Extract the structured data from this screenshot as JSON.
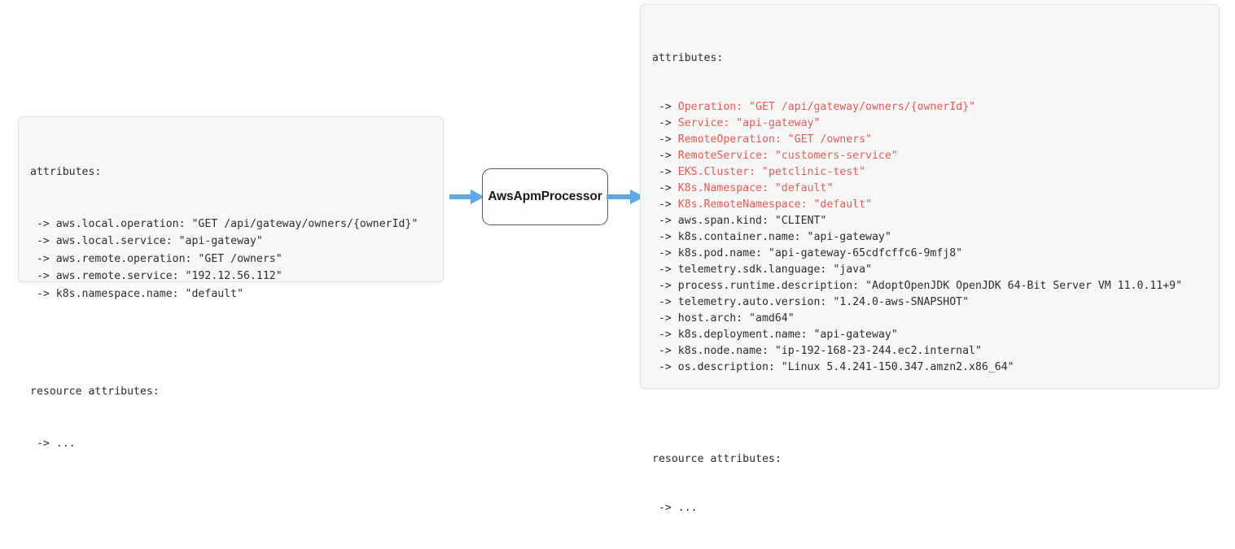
{
  "diagram": {
    "title": "AwsApmProcessor span attribute transformation",
    "accent_arrow_color": "#5fa8e8",
    "highlight_color": "#ea5b53",
    "text_color": "#2d2d2d",
    "panel_background": "#f7f7f7",
    "panel_border": "#e2e2e2"
  },
  "processor": {
    "label": "AwsApmProcessor"
  },
  "arrows": {
    "incoming_name": "arrow-into-processor",
    "outgoing_name": "arrow-out-of-processor"
  },
  "input_panel": {
    "name": "input-attributes-panel",
    "header": "attributes:",
    "lines": [
      {
        "marker": " -> ",
        "text": "aws.local.operation: \"GET /api/gateway/owners/{ownerId}\"",
        "highlight": false
      },
      {
        "marker": " -> ",
        "text": "aws.local.service: \"api-gateway\"",
        "highlight": false
      },
      {
        "marker": " -> ",
        "text": "aws.remote.operation: \"GET /owners\"",
        "highlight": false
      },
      {
        "marker": " -> ",
        "text": "aws.remote.service: \"192.12.56.112\"",
        "highlight": false
      },
      {
        "marker": " -> ",
        "text": "k8s.namespace.name: \"default\"",
        "highlight": false
      }
    ],
    "resource_header": "resource attributes:",
    "resource_lines": [
      {
        "marker": " -> ",
        "text": "...",
        "highlight": false
      }
    ]
  },
  "output_panel": {
    "name": "output-attributes-panel",
    "header": "attributes:",
    "lines": [
      {
        "marker": " -> ",
        "text": "Operation: \"GET /api/gateway/owners/{ownerId}\"",
        "highlight": true
      },
      {
        "marker": " -> ",
        "text": "Service: \"api-gateway\"",
        "highlight": true
      },
      {
        "marker": " -> ",
        "text": "RemoteOperation: \"GET /owners\"",
        "highlight": true
      },
      {
        "marker": " -> ",
        "text": "RemoteService: \"customers-service\"",
        "highlight": true
      },
      {
        "marker": " -> ",
        "text": "EKS.Cluster: \"petclinic-test\"",
        "highlight": true
      },
      {
        "marker": " -> ",
        "text": "K8s.Namespace: \"default\"",
        "highlight": true
      },
      {
        "marker": " -> ",
        "text": "K8s.RemoteNamespace: \"default\"",
        "highlight": true
      },
      {
        "marker": " -> ",
        "text": "aws.span.kind: \"CLIENT\"",
        "highlight": false
      },
      {
        "marker": " -> ",
        "text": "k8s.container.name: \"api-gateway\"",
        "highlight": false
      },
      {
        "marker": " -> ",
        "text": "k8s.pod.name: \"api-gateway-65cdfcffc6-9mfj8\"",
        "highlight": false
      },
      {
        "marker": " -> ",
        "text": "telemetry.sdk.language: \"java\"",
        "highlight": false
      },
      {
        "marker": " -> ",
        "text": "process.runtime.description: \"AdoptOpenJDK OpenJDK 64-Bit Server VM 11.0.11+9\"",
        "highlight": false
      },
      {
        "marker": " -> ",
        "text": "telemetry.auto.version: \"1.24.0-aws-SNAPSHOT\"",
        "highlight": false
      },
      {
        "marker": " -> ",
        "text": "host.arch: \"amd64\"",
        "highlight": false
      },
      {
        "marker": " -> ",
        "text": "k8s.deployment.name: \"api-gateway\"",
        "highlight": false
      },
      {
        "marker": " -> ",
        "text": "k8s.node.name: \"ip-192-168-23-244.ec2.internal\"",
        "highlight": false
      },
      {
        "marker": " -> ",
        "text": "os.description: \"Linux 5.4.241-150.347.amzn2.x86_64\"",
        "highlight": false
      }
    ],
    "resource_header": "resource attributes:",
    "resource_lines": [
      {
        "marker": " -> ",
        "text": "...",
        "highlight": false
      }
    ]
  }
}
